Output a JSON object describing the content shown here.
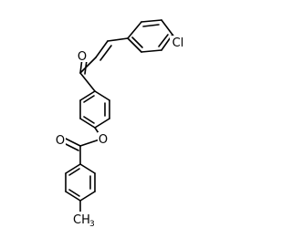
{
  "molecule": {
    "atom_labels": {
      "ketone_oxygen": "O",
      "ester_oxygen": "O",
      "carbonyl_oxygen": "O",
      "chlorine": "Cl",
      "methyl": "CH",
      "methyl_subscript": "3"
    }
  },
  "colors": {
    "bond": "#000000",
    "text": "#000000",
    "background": "#ffffff"
  }
}
